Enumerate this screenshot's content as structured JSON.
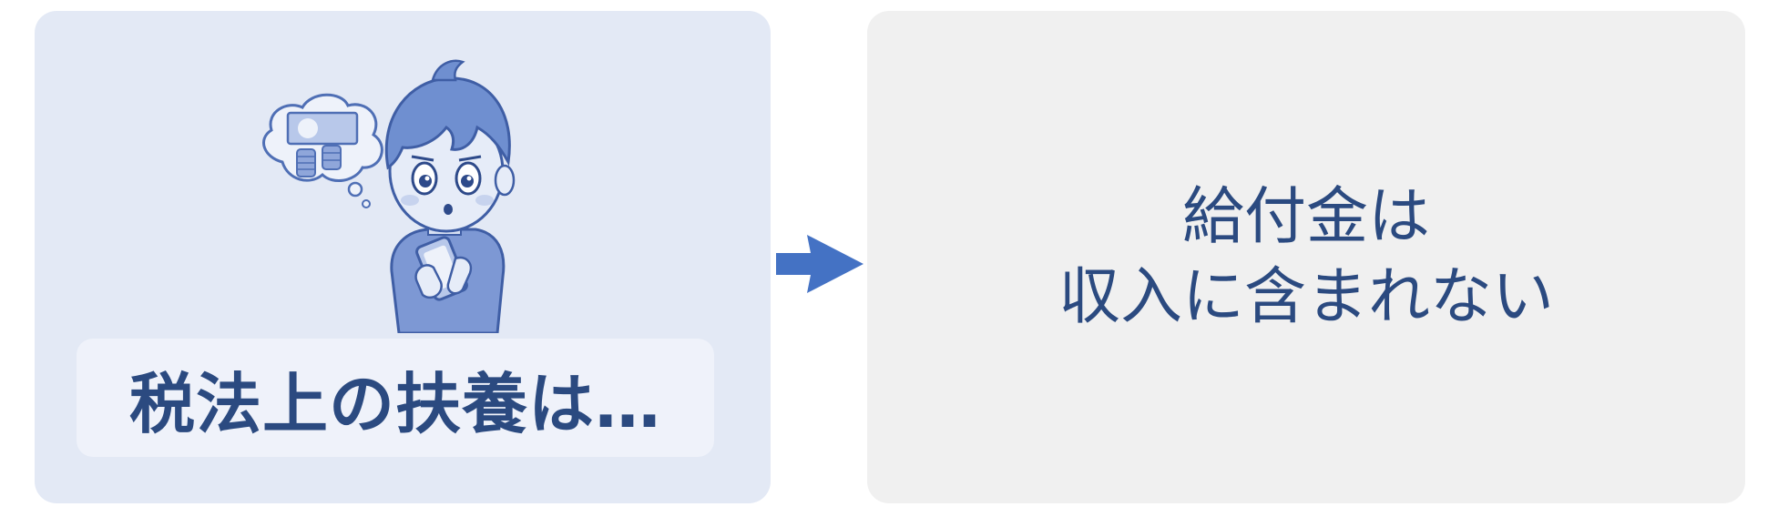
{
  "left_panel": {
    "illustration_icon": "boy-with-smartphone-thinking-about-money-icon",
    "caption": "税法上の扶養は…"
  },
  "arrow_icon": "right-arrow-icon",
  "right_panel": {
    "line1": "給付金は",
    "line2": "収入に含まれない"
  },
  "colors": {
    "left_bg": "#e3e9f5",
    "caption_bg": "#eff2fa",
    "right_bg": "#f0f0f0",
    "text": "#2b4a80",
    "arrow": "#4472c4",
    "illustration": "#6b8ccf"
  }
}
